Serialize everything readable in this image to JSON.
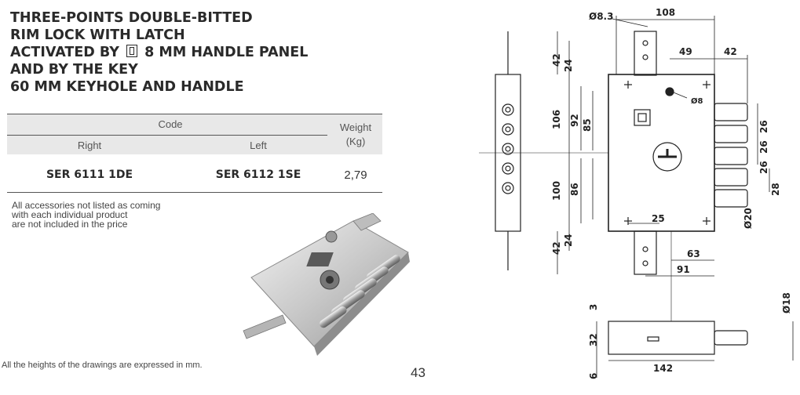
{
  "title": {
    "line1": "THREE-POINTS DOUBLE-BITTED",
    "line2": "RIM LOCK WITH LATCH",
    "line3_a": "ACTIVATED BY",
    "line3_b": "8 MM HANDLE PANEL",
    "line4": "AND BY THE KEY",
    "line5": "60 MM KEYHOLE AND HANDLE"
  },
  "table": {
    "code_header": "Code",
    "weight_header": "Weight",
    "weight_unit": "(Kg)",
    "right_header": "Right",
    "left_header": "Left",
    "rows": [
      {
        "right": "SER 6111 1DE",
        "left": "SER 6112 1SE",
        "weight": "2,79"
      }
    ]
  },
  "note": {
    "line1": "All accessories not listed as coming",
    "line2": "with each individual product",
    "line3": "are not included in the price"
  },
  "footnote": "All the heights of the drawings are expressed in mm.",
  "page_number": "43",
  "drawing": {
    "dims": {
      "d_top_hole": "Ø8.3",
      "width_108": "108",
      "d49": "49",
      "d42_top": "42",
      "left_42_top": "42",
      "left_24_top": "24",
      "d106": "106",
      "d92": "92",
      "d85": "85",
      "d100": "100",
      "d86": "86",
      "d8": "Ø8",
      "b26_1": "26",
      "b26_2": "26",
      "b26_3": "26",
      "b28": "28",
      "d20": "Ø20",
      "d25": "25",
      "left_42_bot": "42",
      "left_24_bot": "24",
      "d63": "63",
      "d91": "91",
      "side_3": "3",
      "side_32": "32",
      "side_6": "6",
      "side_142": "142",
      "side_d18": "Ø18"
    }
  }
}
